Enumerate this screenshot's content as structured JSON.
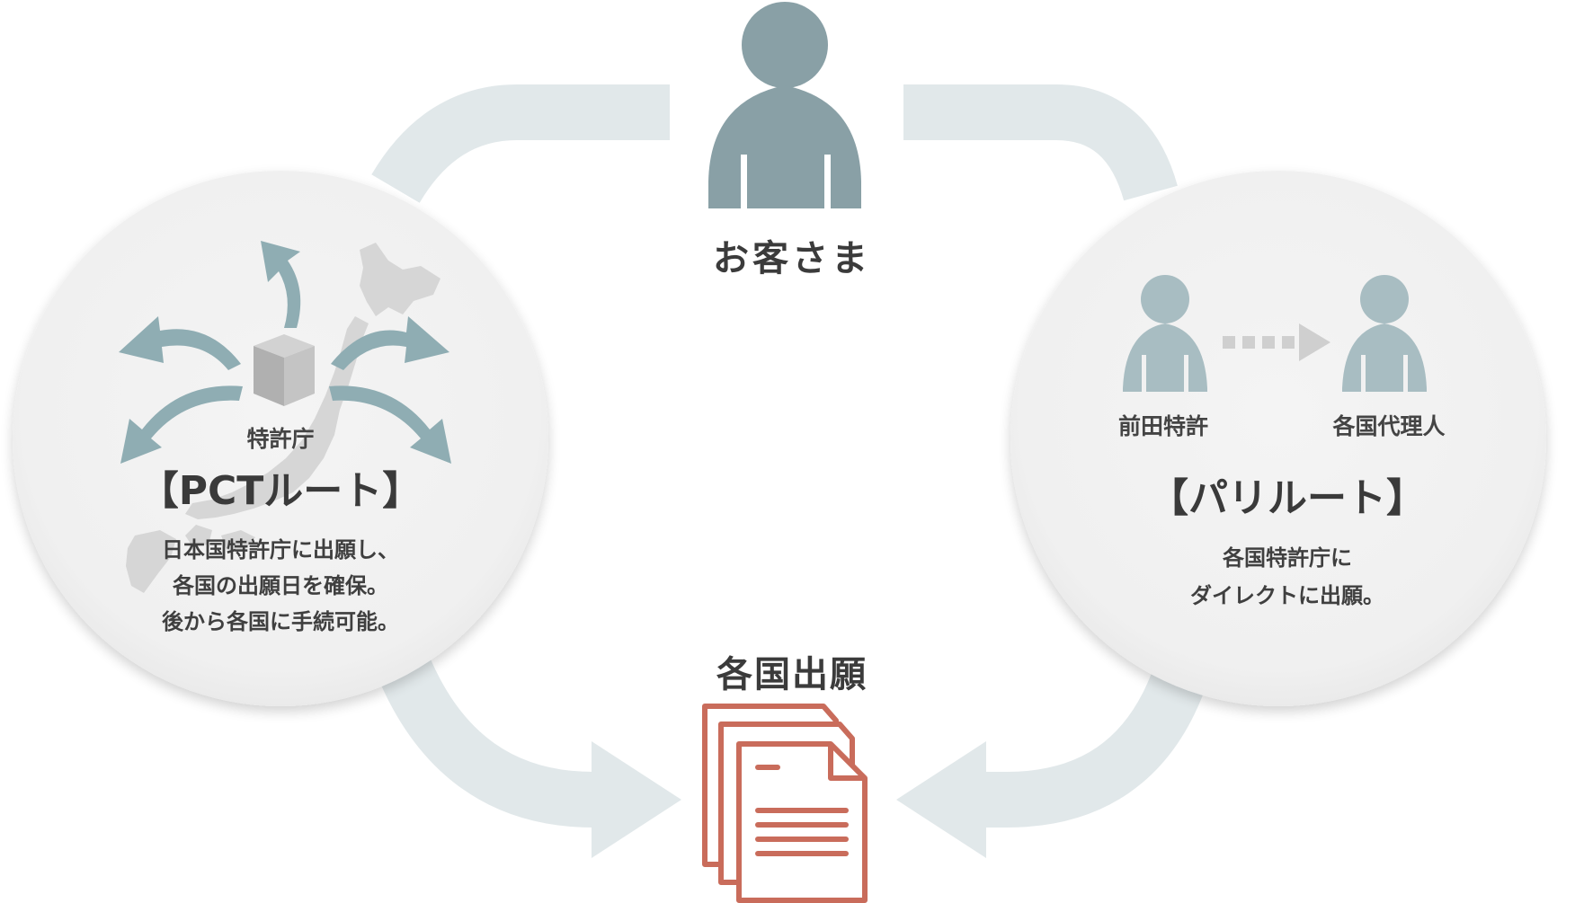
{
  "customer": {
    "label": "お客さま"
  },
  "destination": {
    "label": "各国出願"
  },
  "pct_route": {
    "office_label": "特許庁",
    "title": "【PCTルート】",
    "description": [
      "日本国特許庁に出願し、",
      "各国の出願日を確保。",
      "後から各国に手続可能。"
    ]
  },
  "paris_route": {
    "from_label": "前田特許",
    "to_label": "各国代理人",
    "title": "【パリルート】",
    "description": [
      "各国特許庁に",
      "ダイレクトに出願。"
    ]
  },
  "colors": {
    "flow_arrow": "#e1e8ea",
    "person_dark": "#89a0a6",
    "person_light": "#a8bdc2",
    "route_arrow": "#8fadb3",
    "circle_fill": "#f2f2f2",
    "document": "#c96c5b",
    "map": "#d6d6d6",
    "dotted_arrow": "#cfcfcf"
  },
  "icons": [
    "customer-icon",
    "document-stack-icon",
    "japan-map-icon",
    "office-cube-icon",
    "person-icon",
    "dotted-arrow-icon"
  ]
}
